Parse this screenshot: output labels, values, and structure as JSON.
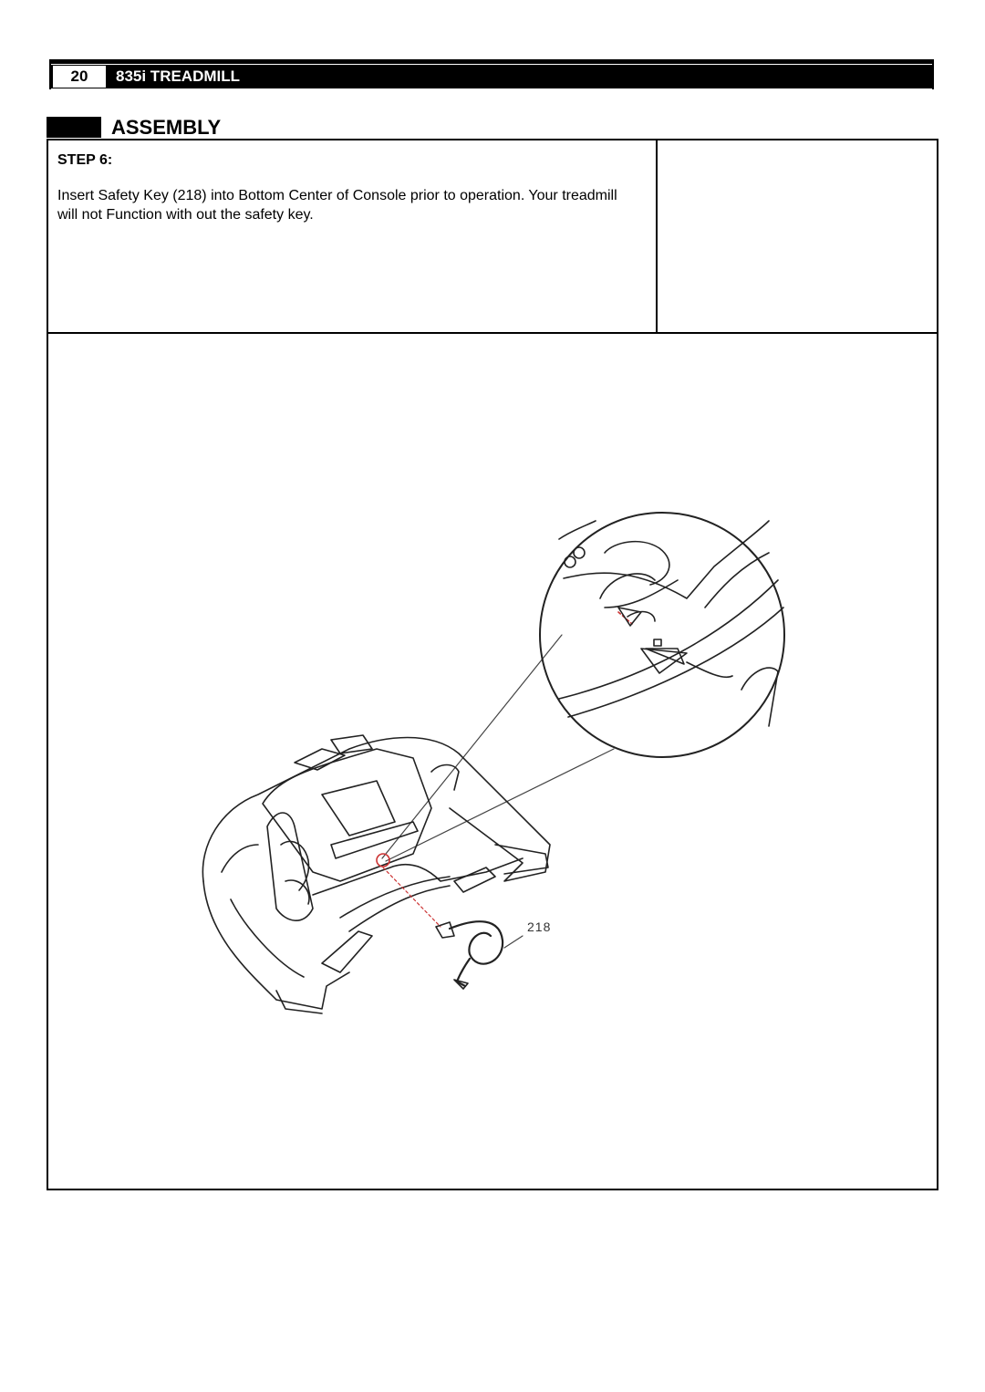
{
  "header": {
    "page_number": "20",
    "model_title": "835i TREADMILL"
  },
  "section": {
    "title": "ASSEMBLY"
  },
  "step": {
    "label": "STEP 6:",
    "text": "Insert Safety Key (218) into Bottom Center of Console prior to operation.  Your treadmill will not Function with out the safety key."
  },
  "figure": {
    "callout_label": "218"
  }
}
